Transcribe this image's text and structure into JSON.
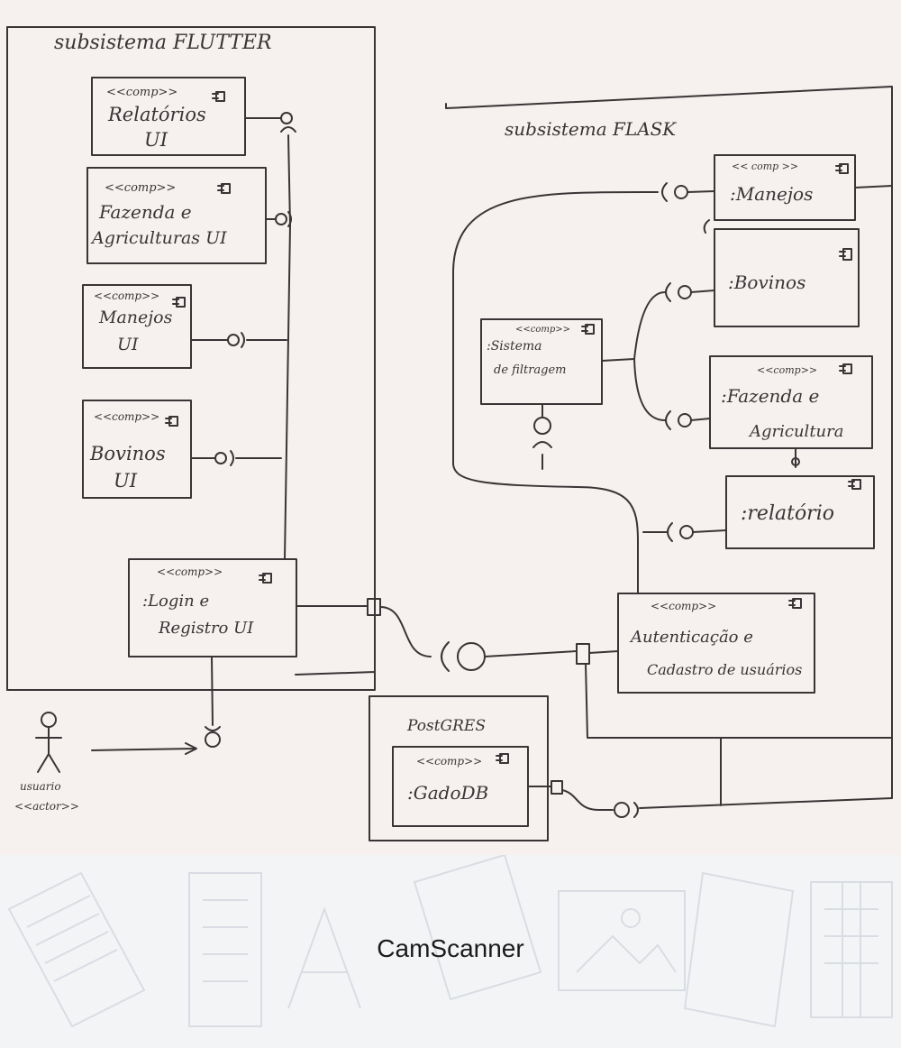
{
  "brand": {
    "text": "CamScanner"
  },
  "colors": {
    "ink": "#3a3436",
    "paper": "#f6f1ef",
    "footer_bg": "#f3f4f6",
    "footer_pattern": "#d9dde3"
  },
  "diagram": {
    "flutter_title": "subsistema FLUTTER",
    "flask_title": "subsistema FLASK",
    "postgres_title": "PostGRES",
    "actor": {
      "line1": "usuario",
      "line2": "<<actor>>"
    },
    "flutter_components": [
      {
        "stereotype": "<<comp>>",
        "line1": "Relatórios",
        "line2": "UI"
      },
      {
        "stereotype": "<<comp>>",
        "line1": "Fazenda e",
        "line2": "Agriculturas UI"
      },
      {
        "stereotype": "<<comp>>",
        "line1": "Manejos",
        "line2": "UI"
      },
      {
        "stereotype": "<<comp>>",
        "line1": "Bovinos",
        "line2": "UI"
      },
      {
        "stereotype": "<<comp>>",
        "line1": ":Login e",
        "line2": "Registro UI"
      }
    ],
    "flask_components": [
      {
        "stereotype": "<< comp >>",
        "line1": ":Manejos",
        "line2": ""
      },
      {
        "stereotype": "",
        "line1": ":Bovinos",
        "line2": ""
      },
      {
        "stereotype": "<<comp>>",
        "line1": ":Sistema",
        "line2": "de filtragem"
      },
      {
        "stereotype": "<<comp>>",
        "line1": ":Fazenda e",
        "line2": "Agricultura"
      },
      {
        "stereotype": "",
        "line1": ":relatório",
        "line2": ""
      },
      {
        "stereotype": "<<comp>>",
        "line1": "Autenticação e",
        "line2": "Cadastro de usuários"
      }
    ],
    "db_component": {
      "stereotype": "<<comp>>",
      "line1": ":GadoDB"
    }
  }
}
